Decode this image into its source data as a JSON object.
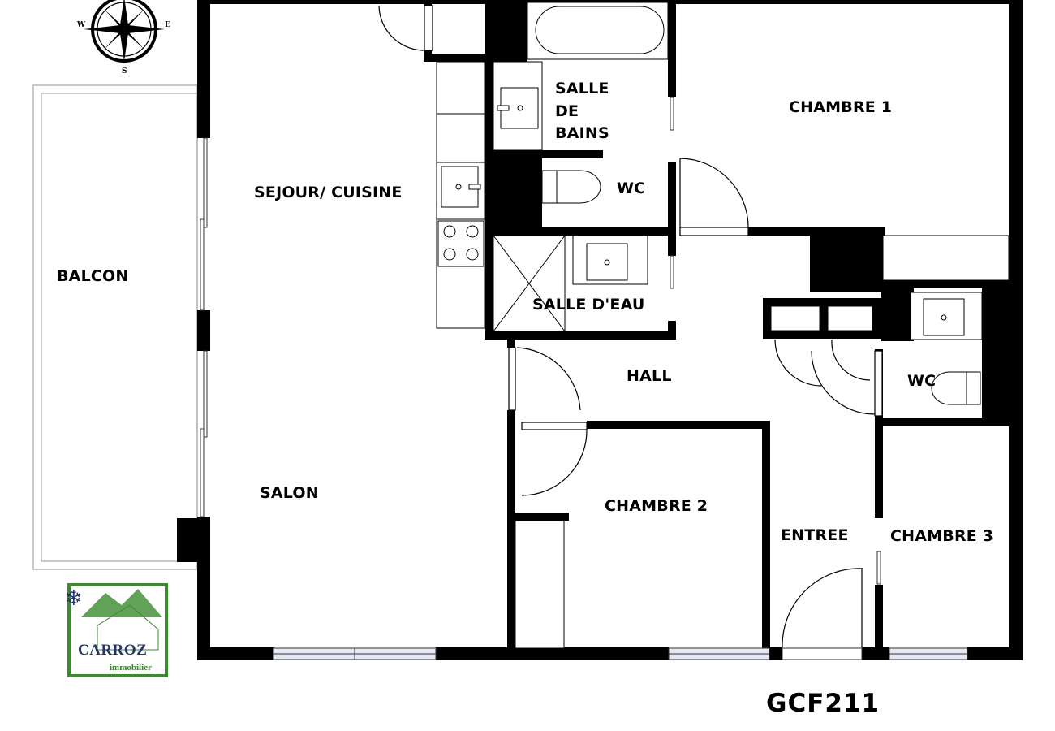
{
  "plan": {
    "reference_code": "GCF211",
    "rooms": {
      "sejour_cuisine": "SEJOUR/ CUISINE",
      "salon": "SALON",
      "balcon": "BALCON",
      "salle_de_bains": "SALLE\nDE\nBAINS",
      "wc_1": "WC",
      "salle_deau": "SALLE D'EAU",
      "hall": "HALL",
      "chambre_1": "CHAMBRE 1",
      "chambre_2": "CHAMBRE 2",
      "chambre_3": "CHAMBRE 3",
      "entree": "ENTREE",
      "wc_2": "WC"
    },
    "compass": {
      "west": "W",
      "east": "E",
      "south": "S"
    }
  },
  "logo": {
    "title": "CARROZ",
    "subtitle": "immobilier",
    "colors": {
      "green": "#3a8a2e",
      "navy": "#24336b"
    }
  },
  "colors": {
    "wall": "#000000",
    "window_glass": "#e6e8f6",
    "balcony_outline": "#b8b8b8"
  }
}
